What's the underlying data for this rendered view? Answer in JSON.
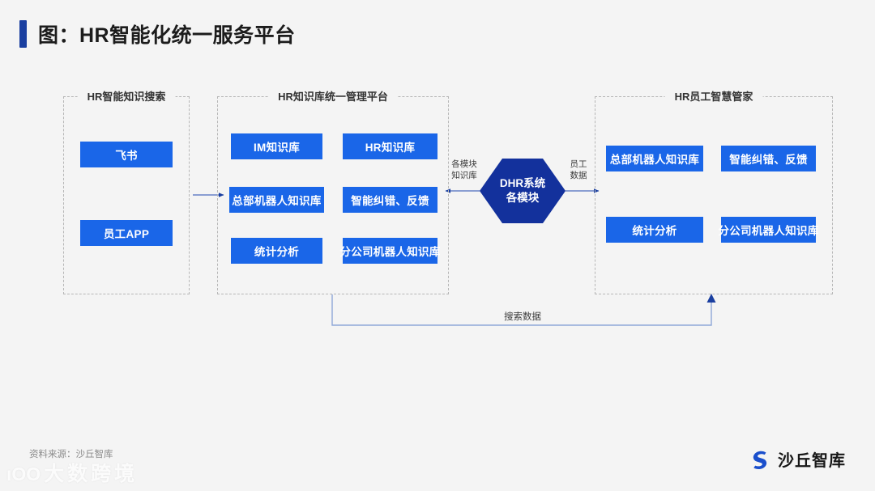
{
  "title": {
    "text": "图：HR智能化统一服务平台",
    "accent_color": "#1a3fa0"
  },
  "colors": {
    "background": "#f4f4f4",
    "box_blue": "#1a66e8",
    "hex_navy": "#13319c",
    "panel_border": "#b6b6b6",
    "wire_blue": "#8fa8d8",
    "arrow_navy": "#1a3fa0"
  },
  "panels": {
    "left": {
      "title": "HR智能知识搜索",
      "boxes": [
        {
          "label": "飞书"
        },
        {
          "label": "员工APP"
        }
      ]
    },
    "middle": {
      "title": "HR知识库统一管理平台",
      "boxes": [
        {
          "label": "IM知识库"
        },
        {
          "label": "HR知识库"
        },
        {
          "label": "总部机器人知识库"
        },
        {
          "label": "智能纠错、反馈"
        },
        {
          "label": "统计分析"
        },
        {
          "label": "分公司机器人知识库"
        }
      ]
    },
    "right": {
      "title": "HR员工智慧管家",
      "boxes": [
        {
          "label": "总部机器人知识库"
        },
        {
          "label": "智能纠错、反馈"
        },
        {
          "label": "统计分析"
        },
        {
          "label": "分公司机器人知识库"
        }
      ]
    }
  },
  "hexagon": {
    "line1": "DHR系统",
    "line2": "各模块"
  },
  "connectors": {
    "modules_kb": "各模块\n知识库",
    "modules_kb_line1": "各模块",
    "modules_kb_line2": "知识库",
    "employee_data_line1": "员工",
    "employee_data_line2": "数据",
    "search_data": "搜索数据"
  },
  "footer": {
    "source": "资料来源：沙丘智库",
    "watermark": "大数跨境",
    "watermark_mark": "ıOO",
    "brand": "沙丘智库"
  }
}
